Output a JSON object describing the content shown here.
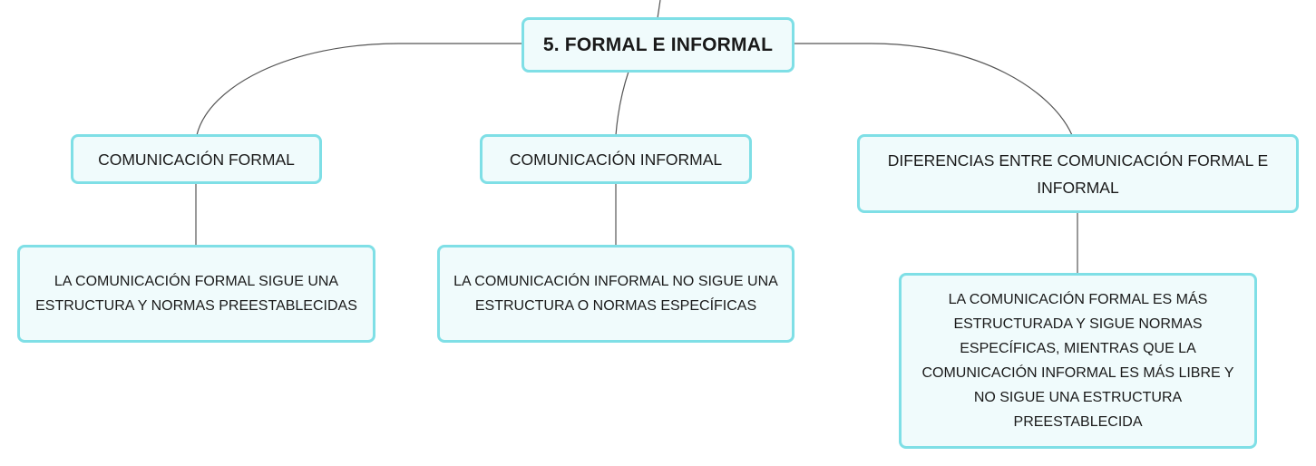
{
  "mindmap": {
    "root": {
      "label": "5. FORMAL E INFORMAL"
    },
    "branches": [
      {
        "label": "COMUNICACIÓN FORMAL",
        "detail": "LA COMUNICACIÓN FORMAL SIGUE UNA ESTRUCTURA Y NORMAS PREESTABLECIDAS"
      },
      {
        "label": "COMUNICACIÓN INFORMAL",
        "detail": "LA COMUNICACIÓN INFORMAL NO SIGUE UNA ESTRUCTURA O NORMAS ESPECÍFICAS"
      },
      {
        "label": "DIFERENCIAS ENTRE COMUNICACIÓN FORMAL E INFORMAL",
        "detail": "LA COMUNICACIÓN FORMAL ES MÁS ESTRUCTURADA Y SIGUE NORMAS ESPECÍFICAS, MIENTRAS QUE LA COMUNICACIÓN INFORMAL ES MÁS LIBRE Y NO SIGUE UNA ESTRUCTURA PREESTABLECIDA"
      }
    ],
    "colors": {
      "node_fill": "#f0fbfc",
      "node_border": "#7fdfe6",
      "connector": "#555555"
    }
  }
}
